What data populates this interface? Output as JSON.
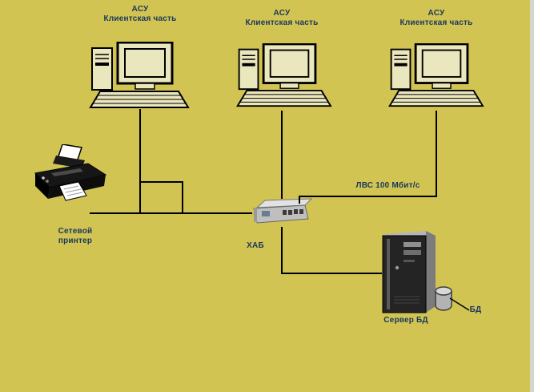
{
  "colors": {
    "background": "#d2c452",
    "text": "#17375e",
    "line": "#000000",
    "clipart_fill": "#eae6bd"
  },
  "workstations": [
    {
      "line1": "АСУ",
      "line2": "Клиентская часть"
    },
    {
      "line1": "АСУ",
      "line2": "Клиентская часть"
    },
    {
      "line1": "АСУ",
      "line2": "Клиентская часть"
    }
  ],
  "printer": {
    "line1": "Сетевой",
    "line2": "принтер"
  },
  "hub": {
    "label": "ХАБ"
  },
  "lan": {
    "label": "ЛВС 100 Мбит/с"
  },
  "server": {
    "label": "Сервер БД"
  },
  "database": {
    "label": "БД"
  }
}
